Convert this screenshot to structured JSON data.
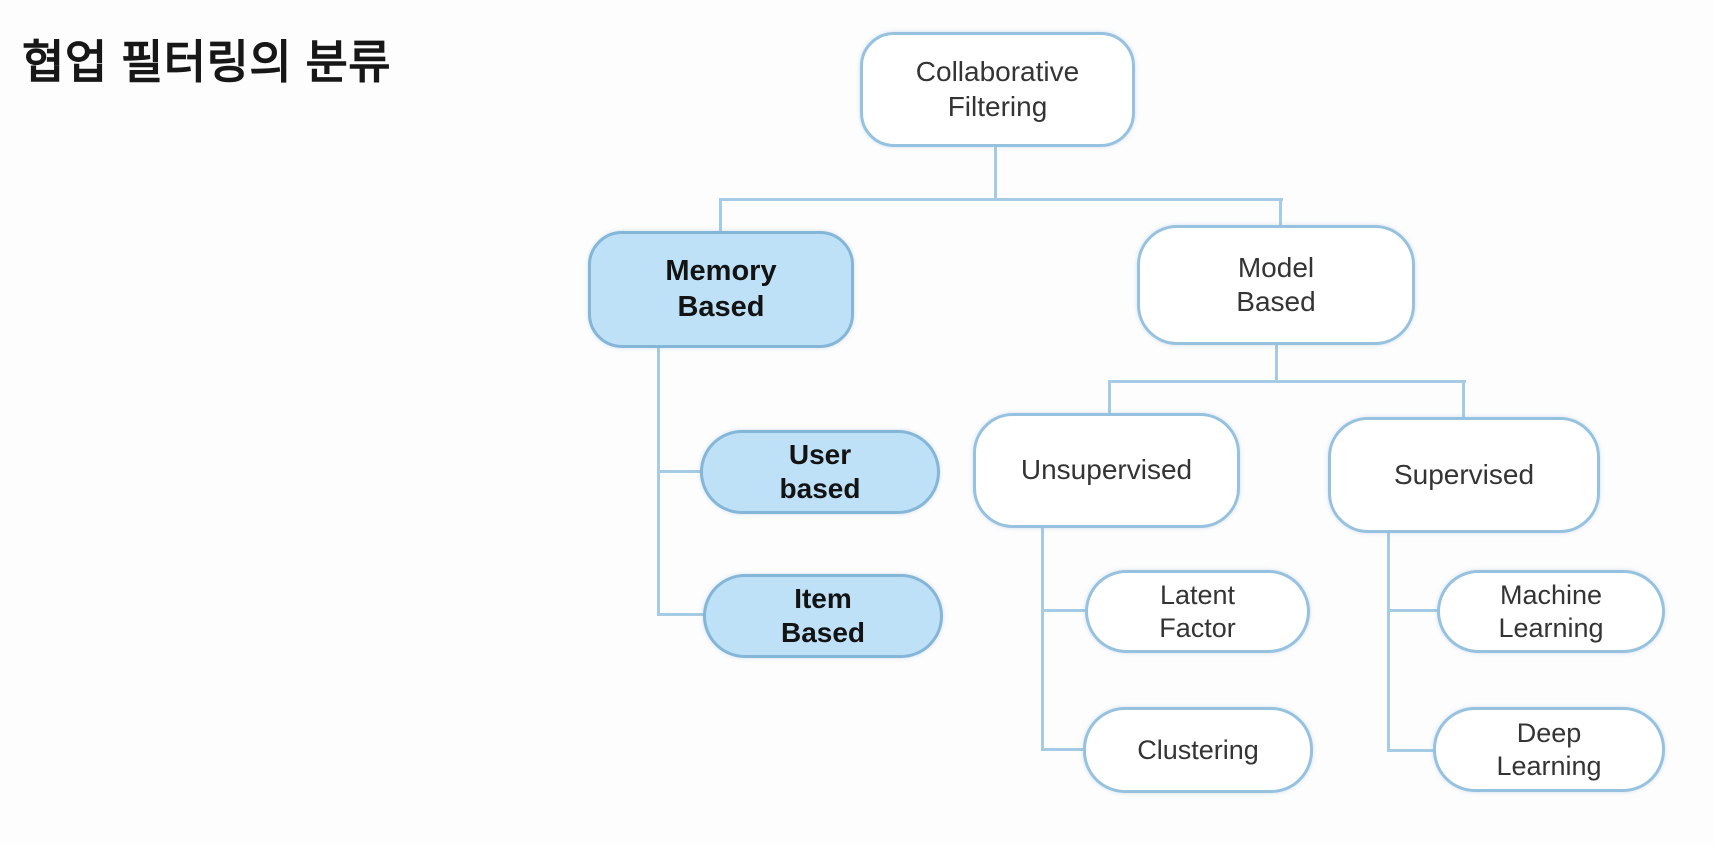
{
  "title": "협업 필터링의 분류",
  "diagram": {
    "type": "tree",
    "nodes": {
      "root": {
        "label": "Collaborative\nFiltering",
        "highlighted": false
      },
      "memory": {
        "label": "Memory\nBased",
        "highlighted": true
      },
      "model": {
        "label": "Model\nBased",
        "highlighted": false
      },
      "user": {
        "label": "User\nbased",
        "highlighted": true
      },
      "item": {
        "label": "Item\nBased",
        "highlighted": true
      },
      "unsupervised": {
        "label": "Unsupervised",
        "highlighted": false
      },
      "supervised": {
        "label": "Supervised",
        "highlighted": false
      },
      "latent": {
        "label": "Latent\nFactor",
        "highlighted": false
      },
      "clustering": {
        "label": "Clustering",
        "highlighted": false
      },
      "machine": {
        "label": "Machine\nLearning",
        "highlighted": false
      },
      "deep": {
        "label": "Deep\nLearning",
        "highlighted": false
      }
    },
    "edges": [
      {
        "from": "Collaborative Filtering",
        "to": "Memory Based"
      },
      {
        "from": "Collaborative Filtering",
        "to": "Model Based"
      },
      {
        "from": "Memory Based",
        "to": "User based"
      },
      {
        "from": "Memory Based",
        "to": "Item Based"
      },
      {
        "from": "Model Based",
        "to": "Unsupervised"
      },
      {
        "from": "Model Based",
        "to": "Supervised"
      },
      {
        "from": "Unsupervised",
        "to": "Latent Factor"
      },
      {
        "from": "Unsupervised",
        "to": "Clustering"
      },
      {
        "from": "Supervised",
        "to": "Machine Learning"
      },
      {
        "from": "Supervised",
        "to": "Deep Learning"
      }
    ],
    "colors": {
      "highlight_fill": "#bee1f8",
      "node_border": "#97c2df",
      "highlight_border": "#84b6d7",
      "connector": "#a6cbe4",
      "text": "#343434",
      "title_text": "#171717",
      "background": "#fdfdfd"
    }
  }
}
